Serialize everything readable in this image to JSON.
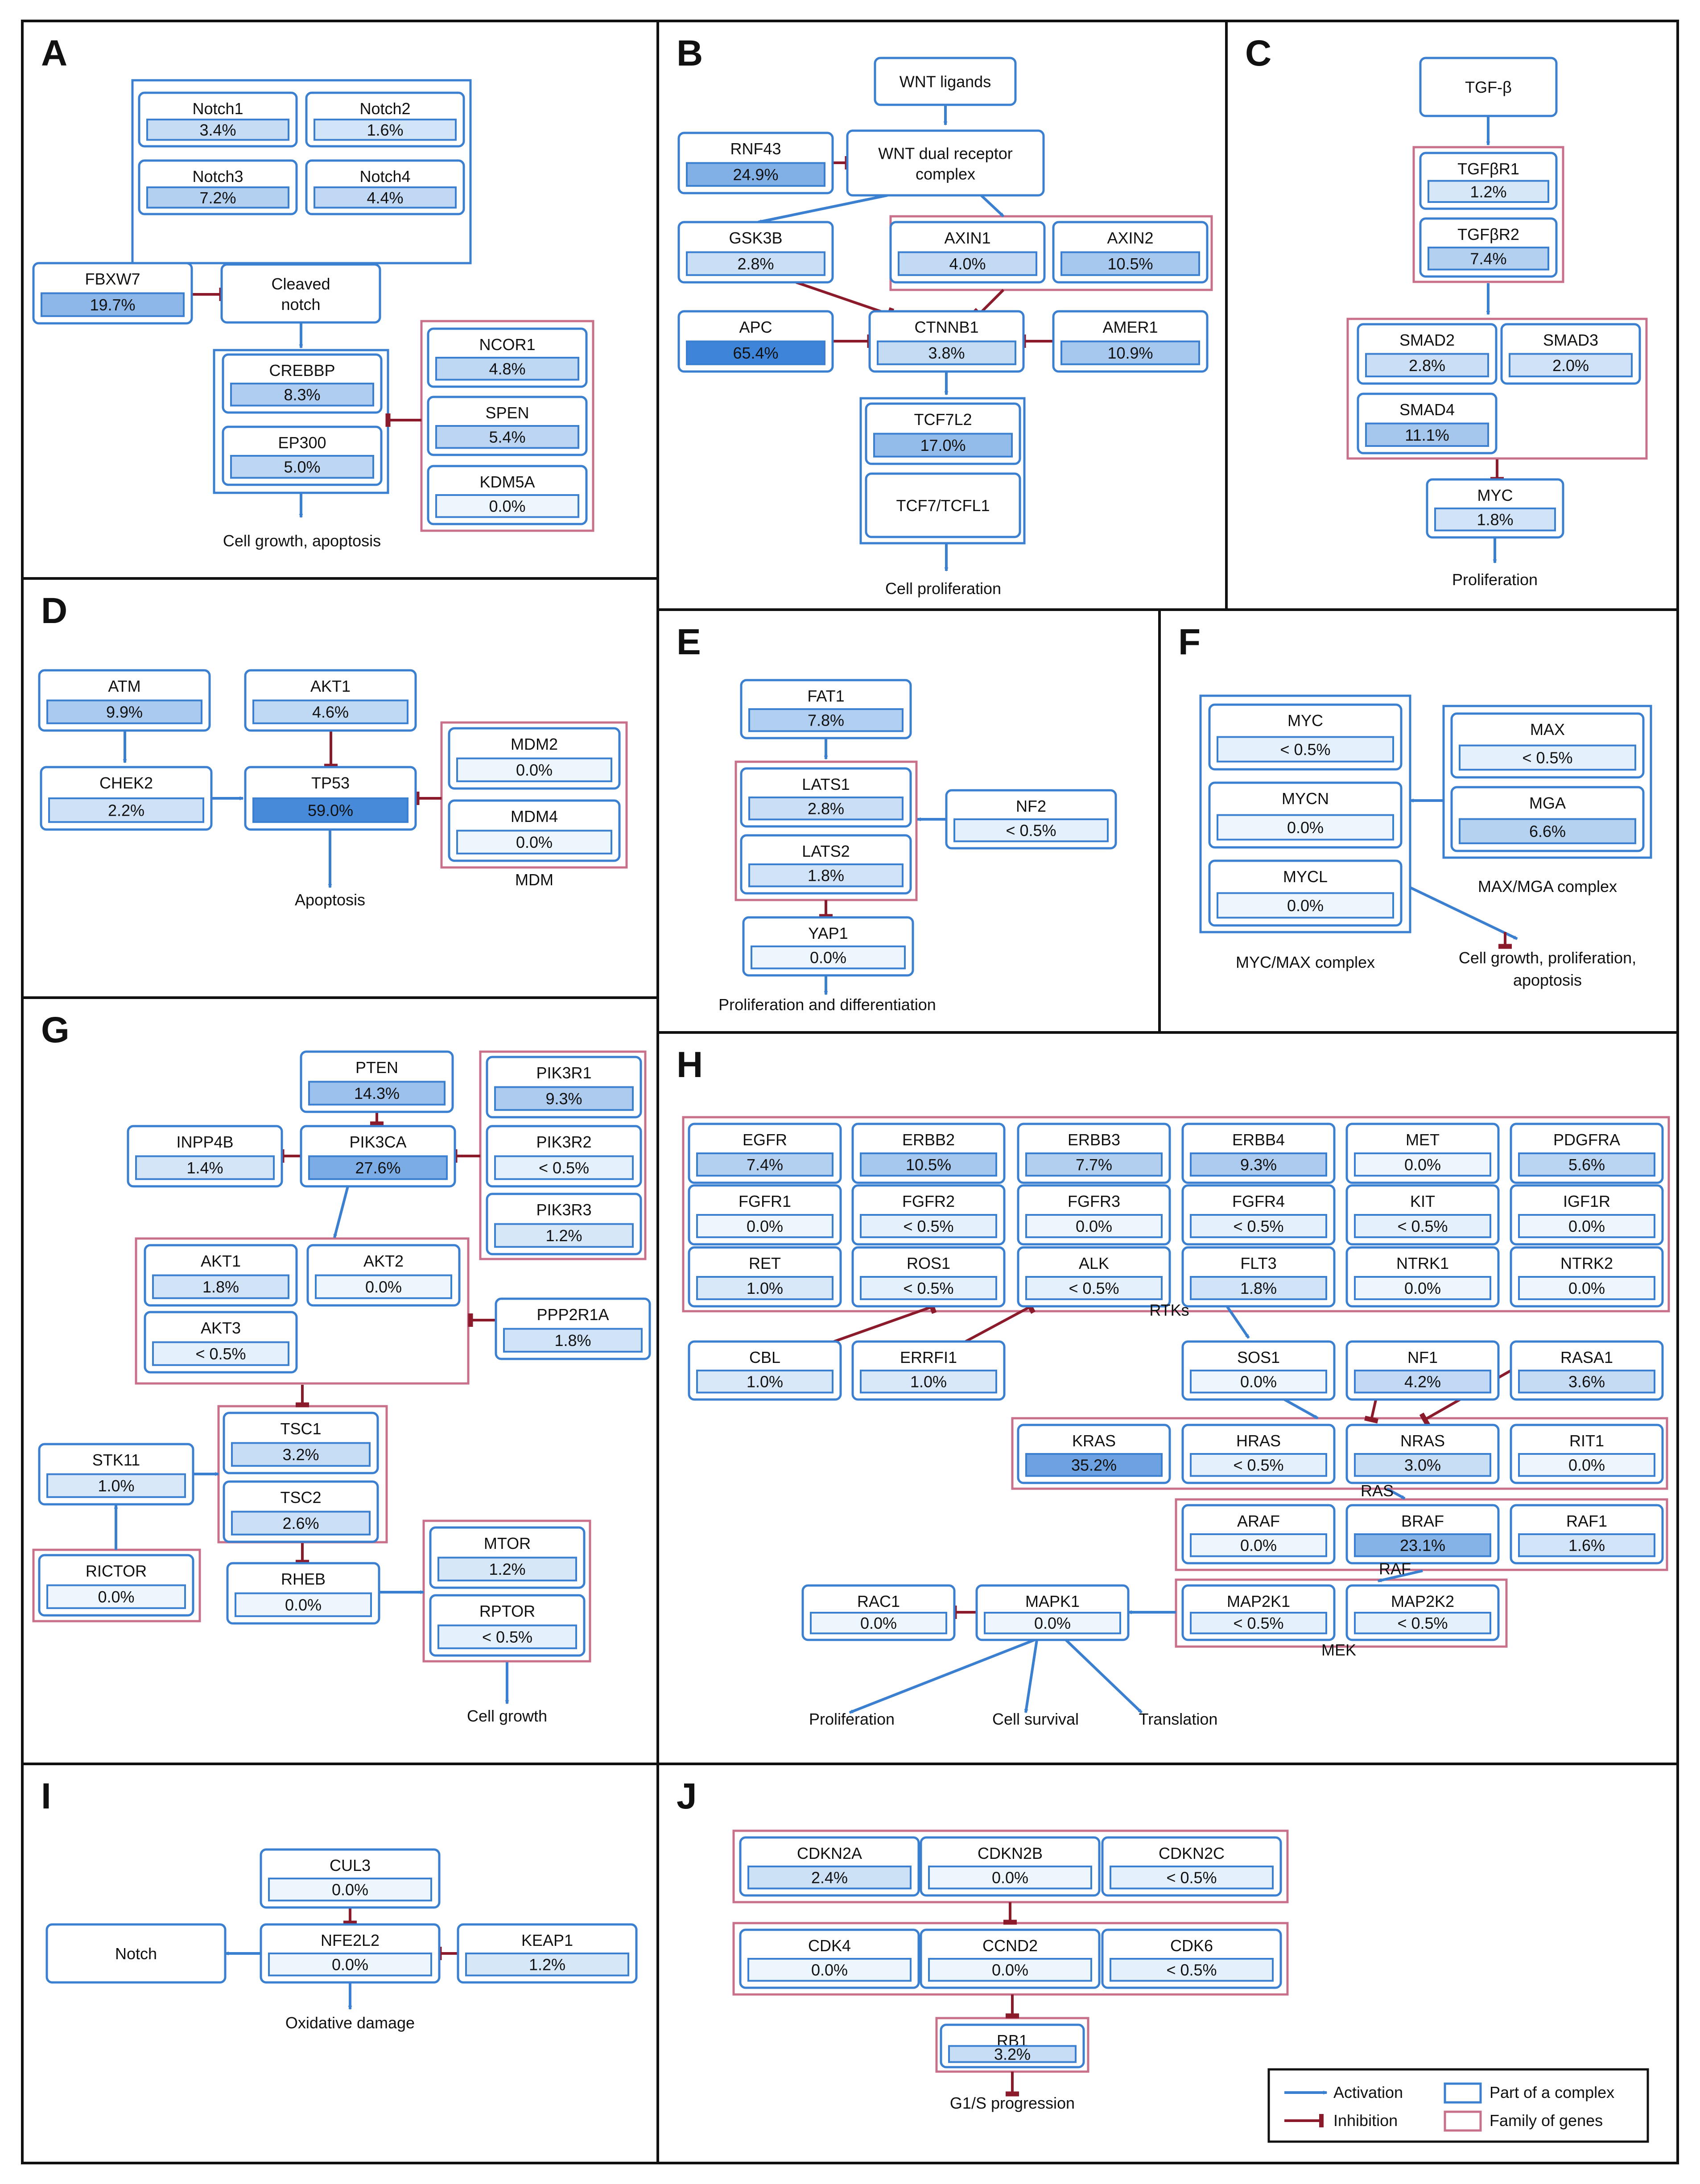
{
  "colors": {
    "activation": "#3a7fd0",
    "inhibition": "#8b1a2b",
    "complex_border": "#3a7fd0",
    "family_border": "#c8708a",
    "panel_border": "#111111",
    "text": "#111111"
  },
  "panels": [
    {
      "letter": "A",
      "nodes": [
        {
          "id": "notch1",
          "name": "Notch1",
          "value": "3.4%",
          "pct": 3.4
        },
        {
          "id": "notch2",
          "name": "Notch2",
          "value": "1.6%",
          "pct": 1.6
        },
        {
          "id": "notch3",
          "name": "Notch3",
          "value": "7.2%",
          "pct": 7.2
        },
        {
          "id": "notch4",
          "name": "Notch4",
          "value": "4.4%",
          "pct": 4.4
        },
        {
          "id": "fbxw7",
          "name": "FBXW7",
          "value": "19.7%",
          "pct": 19.7
        },
        {
          "id": "cleaved-notch",
          "name": "Cleaved\nnotch",
          "value": "",
          "pct": null
        },
        {
          "id": "crebbp",
          "name": "CREBBP",
          "value": "8.3%",
          "pct": 8.3
        },
        {
          "id": "ep300",
          "name": "EP300",
          "value": "5.0%",
          "pct": 5.0
        },
        {
          "id": "ncor1",
          "name": "NCOR1",
          "value": "4.8%",
          "pct": 4.8
        },
        {
          "id": "spen",
          "name": "SPEN",
          "value": "5.4%",
          "pct": 5.4
        },
        {
          "id": "kdm5a",
          "name": "KDM5A",
          "value": "0.0%",
          "pct": 0.0
        }
      ],
      "labels": [
        {
          "id": "outcome",
          "text": "Cell growth, apoptosis"
        }
      ]
    },
    {
      "letter": "B",
      "nodes": [
        {
          "id": "wnt-ligands",
          "name": "WNT ligands",
          "value": "",
          "pct": null
        },
        {
          "id": "wnt-dual",
          "name": "WNT dual receptor\ncomplex",
          "value": "",
          "pct": null
        },
        {
          "id": "rnf43",
          "name": "RNF43",
          "value": "24.9%",
          "pct": 24.9
        },
        {
          "id": "gsk3b",
          "name": "GSK3B",
          "value": "2.8%",
          "pct": 2.8
        },
        {
          "id": "axin1",
          "name": "AXIN1",
          "value": "4.0%",
          "pct": 4.0
        },
        {
          "id": "axin2",
          "name": "AXIN2",
          "value": "10.5%",
          "pct": 10.5
        },
        {
          "id": "apc",
          "name": "APC",
          "value": "65.4%",
          "pct": 65.4
        },
        {
          "id": "ctnnb1",
          "name": "CTNNB1",
          "value": "3.8%",
          "pct": 3.8
        },
        {
          "id": "amer1",
          "name": "AMER1",
          "value": "10.9%",
          "pct": 10.9
        },
        {
          "id": "tcf7l2",
          "name": "TCF7L2",
          "value": "17.0%",
          "pct": 17.0
        },
        {
          "id": "tcf7",
          "name": "TCF7/TCFL1",
          "value": "",
          "pct": null
        }
      ],
      "labels": [
        {
          "id": "outcome",
          "text": "Cell proliferation"
        }
      ]
    },
    {
      "letter": "C",
      "nodes": [
        {
          "id": "tgfb",
          "name": "TGF-β",
          "value": "",
          "pct": null
        },
        {
          "id": "tgfbr1",
          "name": "TGFβR1",
          "value": "1.2%",
          "pct": 1.2
        },
        {
          "id": "tgfbr2",
          "name": "TGFβR2",
          "value": "7.4%",
          "pct": 7.4
        },
        {
          "id": "smad2",
          "name": "SMAD2",
          "value": "2.8%",
          "pct": 2.8
        },
        {
          "id": "smad3",
          "name": "SMAD3",
          "value": "2.0%",
          "pct": 2.0
        },
        {
          "id": "smad4",
          "name": "SMAD4",
          "value": "11.1%",
          "pct": 11.1
        },
        {
          "id": "myc",
          "name": "MYC",
          "value": "1.8%",
          "pct": 1.8
        }
      ],
      "labels": [
        {
          "id": "outcome",
          "text": "Proliferation"
        }
      ]
    },
    {
      "letter": "D",
      "nodes": [
        {
          "id": "atm",
          "name": "ATM",
          "value": "9.9%",
          "pct": 9.9
        },
        {
          "id": "akt1",
          "name": "AKT1",
          "value": "4.6%",
          "pct": 4.6
        },
        {
          "id": "chek2",
          "name": "CHEK2",
          "value": "2.2%",
          "pct": 2.2
        },
        {
          "id": "tp53",
          "name": "TP53",
          "value": "59.0%",
          "pct": 59.0
        },
        {
          "id": "mdm2",
          "name": "MDM2",
          "value": "0.0%",
          "pct": 0.0
        },
        {
          "id": "mdm4",
          "name": "MDM4",
          "value": "0.0%",
          "pct": 0.0
        }
      ],
      "labels": [
        {
          "id": "outcome",
          "text": "Apoptosis"
        },
        {
          "id": "mdm",
          "text": "MDM"
        }
      ]
    },
    {
      "letter": "E",
      "nodes": [
        {
          "id": "fat1",
          "name": "FAT1",
          "value": "7.8%",
          "pct": 7.8
        },
        {
          "id": "lats1",
          "name": "LATS1",
          "value": "2.8%",
          "pct": 2.8
        },
        {
          "id": "lats2",
          "name": "LATS2",
          "value": "1.8%",
          "pct": 1.8
        },
        {
          "id": "nf2",
          "name": "NF2",
          "value": "< 0.5%",
          "pct": 0.2
        },
        {
          "id": "yap1",
          "name": "YAP1",
          "value": "0.0%",
          "pct": 0.0
        }
      ],
      "labels": [
        {
          "id": "outcome",
          "text": "Proliferation and differentiation"
        }
      ]
    },
    {
      "letter": "F",
      "nodes": [
        {
          "id": "myc",
          "name": "MYC",
          "value": "< 0.5%",
          "pct": 0.2
        },
        {
          "id": "mycn",
          "name": "MYCN",
          "value": "0.0%",
          "pct": 0.0
        },
        {
          "id": "mycl",
          "name": "MYCL",
          "value": "0.0%",
          "pct": 0.0
        },
        {
          "id": "max",
          "name": "MAX",
          "value": "< 0.5%",
          "pct": 0.2
        },
        {
          "id": "mga",
          "name": "MGA",
          "value": "6.6%",
          "pct": 6.6
        }
      ],
      "labels": [
        {
          "id": "myc-max",
          "text": "MYC/MAX complex"
        },
        {
          "id": "max-mga",
          "text": "MAX/MGA complex"
        },
        {
          "id": "outcome-1",
          "text": "Cell growth, proliferation,"
        },
        {
          "id": "outcome-2",
          "text": "apoptosis"
        }
      ]
    },
    {
      "letter": "G",
      "nodes": [
        {
          "id": "pten",
          "name": "PTEN",
          "value": "14.3%",
          "pct": 14.3
        },
        {
          "id": "pik3r1",
          "name": "PIK3R1",
          "value": "9.3%",
          "pct": 9.3
        },
        {
          "id": "inpp4b",
          "name": "INPP4B",
          "value": "1.4%",
          "pct": 1.4
        },
        {
          "id": "pik3ca",
          "name": "PIK3CA",
          "value": "27.6%",
          "pct": 27.6
        },
        {
          "id": "pik3r2",
          "name": "PIK3R2",
          "value": "< 0.5%",
          "pct": 0.2
        },
        {
          "id": "pik3r3",
          "name": "PIK3R3",
          "value": "1.2%",
          "pct": 1.2
        },
        {
          "id": "akt1",
          "name": "AKT1",
          "value": "1.8%",
          "pct": 1.8
        },
        {
          "id": "akt2",
          "name": "AKT2",
          "value": "0.0%",
          "pct": 0.0
        },
        {
          "id": "akt3",
          "name": "AKT3",
          "value": "< 0.5%",
          "pct": 0.2
        },
        {
          "id": "ppp2r1a",
          "name": "PPP2R1A",
          "value": "1.8%",
          "pct": 1.8
        },
        {
          "id": "stk11",
          "name": "STK11",
          "value": "1.0%",
          "pct": 1.0
        },
        {
          "id": "tsc1",
          "name": "TSC1",
          "value": "3.2%",
          "pct": 3.2
        },
        {
          "id": "tsc2",
          "name": "TSC2",
          "value": "2.6%",
          "pct": 2.6
        },
        {
          "id": "rictor",
          "name": "RICTOR",
          "value": "0.0%",
          "pct": 0.0
        },
        {
          "id": "rheb",
          "name": "RHEB",
          "value": "0.0%",
          "pct": 0.0
        },
        {
          "id": "mtor",
          "name": "MTOR",
          "value": "1.2%",
          "pct": 1.2
        },
        {
          "id": "rptor",
          "name": "RPTOR",
          "value": "< 0.5%",
          "pct": 0.2
        }
      ],
      "labels": [
        {
          "id": "outcome",
          "text": "Cell growth"
        }
      ]
    },
    {
      "letter": "H",
      "nodes": [
        {
          "id": "egfr",
          "name": "EGFR",
          "value": "7.4%",
          "pct": 7.4
        },
        {
          "id": "erbb2",
          "name": "ERBB2",
          "value": "10.5%",
          "pct": 10.5
        },
        {
          "id": "erbb3",
          "name": "ERBB3",
          "value": "7.7%",
          "pct": 7.7
        },
        {
          "id": "erbb4",
          "name": "ERBB4",
          "value": "9.3%",
          "pct": 9.3
        },
        {
          "id": "met",
          "name": "MET",
          "value": "0.0%",
          "pct": 0.0
        },
        {
          "id": "pdgfra",
          "name": "PDGFRA",
          "value": "5.6%",
          "pct": 5.6
        },
        {
          "id": "fgfr1",
          "name": "FGFR1",
          "value": "0.0%",
          "pct": 0.0
        },
        {
          "id": "fgfr2",
          "name": "FGFR2",
          "value": "< 0.5%",
          "pct": 0.2
        },
        {
          "id": "fgfr3",
          "name": "FGFR3",
          "value": "0.0%",
          "pct": 0.0
        },
        {
          "id": "fgfr4",
          "name": "FGFR4",
          "value": "< 0.5%",
          "pct": 0.2
        },
        {
          "id": "kit",
          "name": "KIT",
          "value": "< 0.5%",
          "pct": 0.2
        },
        {
          "id": "igf1r",
          "name": "IGF1R",
          "value": "0.0%",
          "pct": 0.0
        },
        {
          "id": "ret",
          "name": "RET",
          "value": "1.0%",
          "pct": 1.0
        },
        {
          "id": "ros1",
          "name": "ROS1",
          "value": "< 0.5%",
          "pct": 0.2
        },
        {
          "id": "alk",
          "name": "ALK",
          "value": "< 0.5%",
          "pct": 0.2
        },
        {
          "id": "flt3",
          "name": "FLT3",
          "value": "1.8%",
          "pct": 1.8
        },
        {
          "id": "ntrk1",
          "name": "NTRK1",
          "value": "0.0%",
          "pct": 0.0
        },
        {
          "id": "ntrk2",
          "name": "NTRK2",
          "value": "0.0%",
          "pct": 0.0
        },
        {
          "id": "cbl",
          "name": "CBL",
          "value": "1.0%",
          "pct": 1.0
        },
        {
          "id": "errfi1",
          "name": "ERRFI1",
          "value": "1.0%",
          "pct": 1.0
        },
        {
          "id": "sos1",
          "name": "SOS1",
          "value": "0.0%",
          "pct": 0.0
        },
        {
          "id": "nf1",
          "name": "NF1",
          "value": "4.2%",
          "pct": 4.2
        },
        {
          "id": "rasa1",
          "name": "RASA1",
          "value": "3.6%",
          "pct": 3.6
        },
        {
          "id": "kras",
          "name": "KRAS",
          "value": "35.2%",
          "pct": 35.2
        },
        {
          "id": "hras",
          "name": "HRAS",
          "value": "< 0.5%",
          "pct": 0.2
        },
        {
          "id": "nras",
          "name": "NRAS",
          "value": "3.0%",
          "pct": 3.0
        },
        {
          "id": "rit1",
          "name": "RIT1",
          "value": "0.0%",
          "pct": 0.0
        },
        {
          "id": "araf",
          "name": "ARAF",
          "value": "0.0%",
          "pct": 0.0
        },
        {
          "id": "braf",
          "name": "BRAF",
          "value": "23.1%",
          "pct": 23.1
        },
        {
          "id": "raf1",
          "name": "RAF1",
          "value": "1.6%",
          "pct": 1.6
        },
        {
          "id": "rac1",
          "name": "RAC1",
          "value": "0.0%",
          "pct": 0.0
        },
        {
          "id": "mapk1",
          "name": "MAPK1",
          "value": "0.0%",
          "pct": 0.0
        },
        {
          "id": "map2k1",
          "name": "MAP2K1",
          "value": "< 0.5%",
          "pct": 0.2
        },
        {
          "id": "map2k2",
          "name": "MAP2K2",
          "value": "< 0.5%",
          "pct": 0.2
        }
      ],
      "labels": [
        {
          "id": "rtks",
          "text": "RTKs"
        },
        {
          "id": "ras",
          "text": "RAS"
        },
        {
          "id": "raf",
          "text": "RAF"
        },
        {
          "id": "mek",
          "text": "MEK"
        },
        {
          "id": "proliferation",
          "text": "Proliferation"
        },
        {
          "id": "cell-survival",
          "text": "Cell survival"
        },
        {
          "id": "translation",
          "text": "Translation"
        }
      ]
    },
    {
      "letter": "I",
      "nodes": [
        {
          "id": "cul3",
          "name": "CUL3",
          "value": "0.0%",
          "pct": 0.0
        },
        {
          "id": "nfe2l2",
          "name": "NFE2L2",
          "value": "0.0%",
          "pct": 0.0
        },
        {
          "id": "keap1",
          "name": "KEAP1",
          "value": "1.2%",
          "pct": 1.2
        },
        {
          "id": "notch",
          "name": "Notch",
          "value": "",
          "pct": null
        }
      ],
      "labels": [
        {
          "id": "outcome",
          "text": "Oxidative damage"
        }
      ]
    },
    {
      "letter": "J",
      "nodes": [
        {
          "id": "cdkn2a",
          "name": "CDKN2A",
          "value": "2.4%",
          "pct": 2.4
        },
        {
          "id": "cdkn2b",
          "name": "CDKN2B",
          "value": "0.0%",
          "pct": 0.0
        },
        {
          "id": "cdkn2c",
          "name": "CDKN2C",
          "value": "< 0.5%",
          "pct": 0.2
        },
        {
          "id": "cdk4",
          "name": "CDK4",
          "value": "0.0%",
          "pct": 0.0
        },
        {
          "id": "ccnd2",
          "name": "CCND2",
          "value": "0.0%",
          "pct": 0.0
        },
        {
          "id": "cdk6",
          "name": "CDK6",
          "value": "< 0.5%",
          "pct": 0.2
        },
        {
          "id": "rb1",
          "name": "RB1",
          "value": "3.2%",
          "pct": 3.2
        }
      ],
      "labels": [
        {
          "id": "outcome",
          "text": "G1/S progression"
        }
      ]
    }
  ],
  "legend": {
    "activation": "Activation",
    "inhibition": "Inhibition",
    "complex": "Part of a complex",
    "family": "Family of genes"
  }
}
